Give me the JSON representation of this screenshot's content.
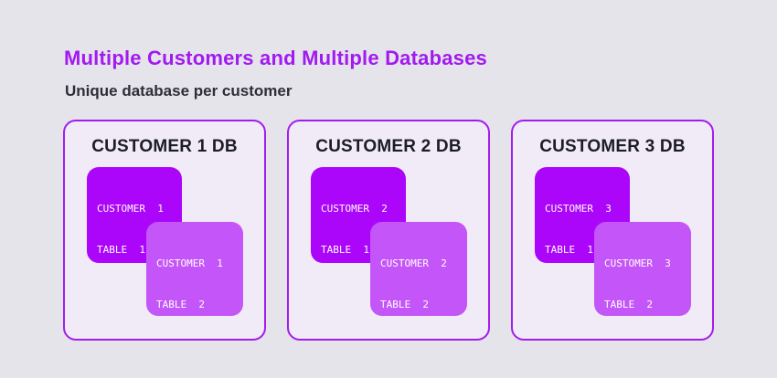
{
  "page": {
    "title": "Multiple Customers and Multiple Databases",
    "subtitle": "Unique database per customer"
  },
  "colors": {
    "page_background": "#E5E4EA",
    "card_background": "#F0EBF7",
    "card_border": "#A21CF0",
    "title_text": "#A21AF0",
    "subtitle_text": "#2E2E36",
    "card_heading_text": "#1D1D26",
    "table1_fill": "#AB06FA",
    "table2_fill": "#C455F8",
    "table_text": "#FFFFFF"
  },
  "databases": [
    {
      "name": "CUSTOMER 1 DB",
      "tables": [
        {
          "line1": "CUSTOMER  1",
          "line2": "TABLE  1"
        },
        {
          "line1": "CUSTOMER  1",
          "line2": "TABLE  2"
        }
      ]
    },
    {
      "name": "CUSTOMER 2 DB",
      "tables": [
        {
          "line1": "CUSTOMER  2",
          "line2": "TABLE  1"
        },
        {
          "line1": "CUSTOMER  2",
          "line2": "TABLE  2"
        }
      ]
    },
    {
      "name": "CUSTOMER 3 DB",
      "tables": [
        {
          "line1": "CUSTOMER  3",
          "line2": "TABLE  1"
        },
        {
          "line1": "CUSTOMER  3",
          "line2": "TABLE  2"
        }
      ]
    }
  ]
}
